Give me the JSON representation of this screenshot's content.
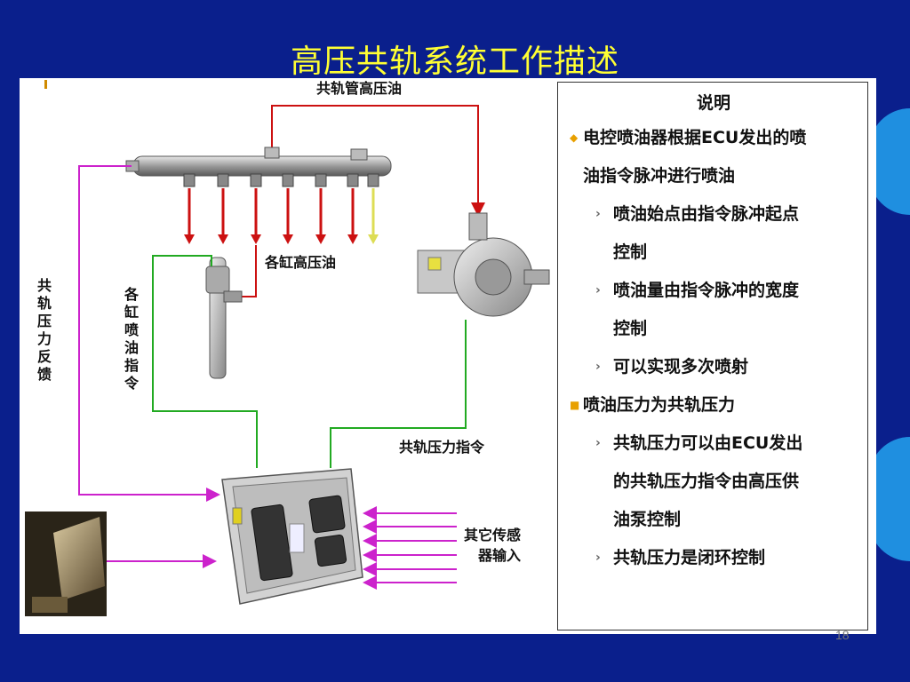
{
  "title": "高压共轨系统工作描述",
  "diagram": {
    "labels": {
      "rail_pressure_oil": "共轨管高压油",
      "cylinder_pressure_oil": "各缸高压油",
      "rail_pressure_feedback": "共轨压力反馈",
      "cylinder_injection_command": "各缸喷油指令",
      "rail_pressure_command": "共轨压力指令",
      "other_sensor_input_line1": "其它传感",
      "other_sensor_input_line2": "器输入"
    },
    "colors": {
      "high_pressure_line": "#cc1111",
      "command_line": "#22aa22",
      "feedback_line": "#cc22cc",
      "sensor_line": "#cc22cc"
    }
  },
  "note": {
    "heading": "说明",
    "items": [
      {
        "level": 1,
        "marker": "diamond",
        "lines": [
          "电控喷油器根据ECU发出的喷",
          "油指令脉冲进行喷油"
        ]
      },
      {
        "level": 2,
        "marker": "chevron",
        "lines": [
          "喷油始点由指令脉冲起点",
          "控制"
        ]
      },
      {
        "level": 2,
        "marker": "chevron",
        "lines": [
          "喷油量由指令脉冲的宽度",
          "控制"
        ]
      },
      {
        "level": 2,
        "marker": "chevron",
        "lines": [
          "可以实现多次喷射"
        ]
      },
      {
        "level": 1,
        "marker": "square",
        "lines": [
          "喷油压力为共轨压力"
        ]
      },
      {
        "level": 2,
        "marker": "chevron",
        "lines": [
          "共轨压力可以由ECU发出",
          "的共轨压力指令由高压供",
          "油泵控制"
        ]
      },
      {
        "level": 2,
        "marker": "chevron",
        "lines": [
          "共轨压力是闭环控制"
        ]
      }
    ]
  },
  "page_number": "18"
}
